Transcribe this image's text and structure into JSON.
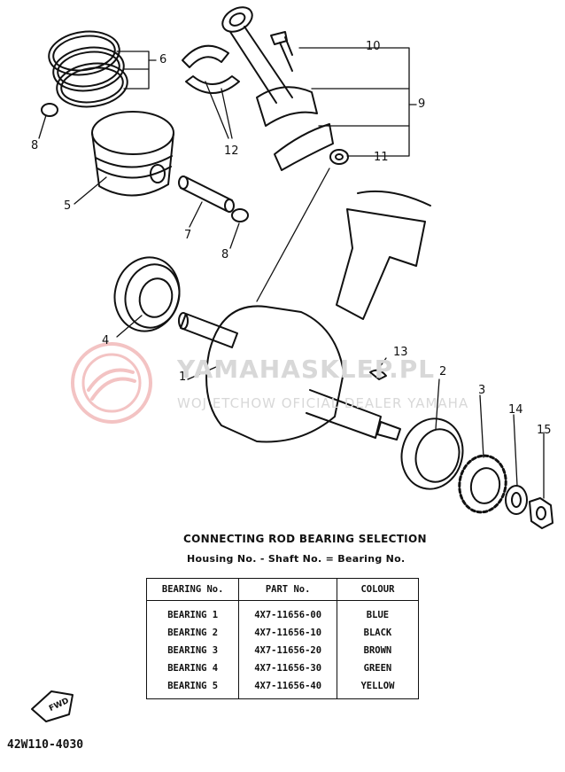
{
  "callouts": [
    "1",
    "2",
    "3",
    "4",
    "5",
    "6",
    "7",
    "8",
    "8",
    "9",
    "10",
    "11",
    "12",
    "13",
    "14",
    "15"
  ],
  "watermark": {
    "line1": "YAMAHASKLEP.PL",
    "line2": "WOJ ETCHOW OFICIAL DEALER YAMAHA"
  },
  "selection": {
    "title": "CONNECTING ROD BEARING SELECTION",
    "subtitle": "Housing No. - Shaft No. = Bearing No."
  },
  "table": {
    "headers": [
      "BEARING No.",
      "PART No.",
      "COLOUR"
    ],
    "rows": [
      [
        "BEARING 1",
        "4X7-11656-00",
        "BLUE"
      ],
      [
        "BEARING 2",
        "4X7-11656-10",
        "BLACK"
      ],
      [
        "BEARING 3",
        "4X7-11656-20",
        "BROWN"
      ],
      [
        "BEARING 4",
        "4X7-11656-30",
        "GREEN"
      ],
      [
        "BEARING 5",
        "4X7-11656-40",
        "YELLOW"
      ]
    ]
  },
  "fwd_label": "FWD",
  "reference_code": "42W110-4030"
}
